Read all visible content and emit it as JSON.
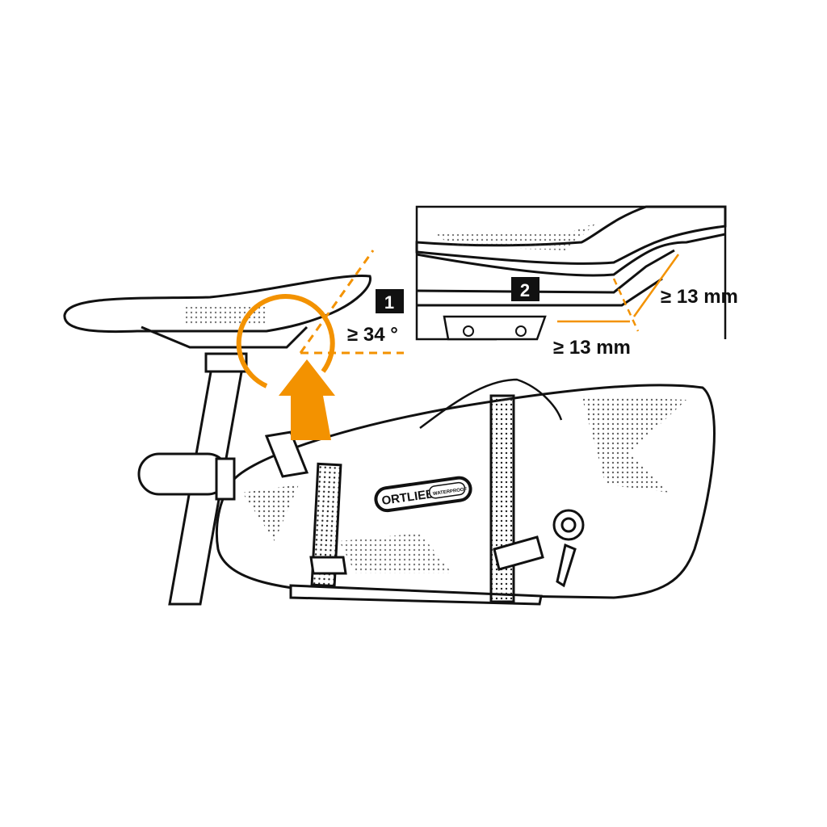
{
  "steps": [
    {
      "number": "1",
      "label": "≥ 34 °"
    },
    {
      "number": "2",
      "label_vertical": "≥ 13 mm",
      "label_horizontal": "≥ 13 mm"
    }
  ],
  "logo": {
    "brand": "ORTLIEB",
    "sub": "WATERPROOF"
  },
  "colors": {
    "accent": "#f39200",
    "line": "#111111",
    "background": "#ffffff"
  }
}
